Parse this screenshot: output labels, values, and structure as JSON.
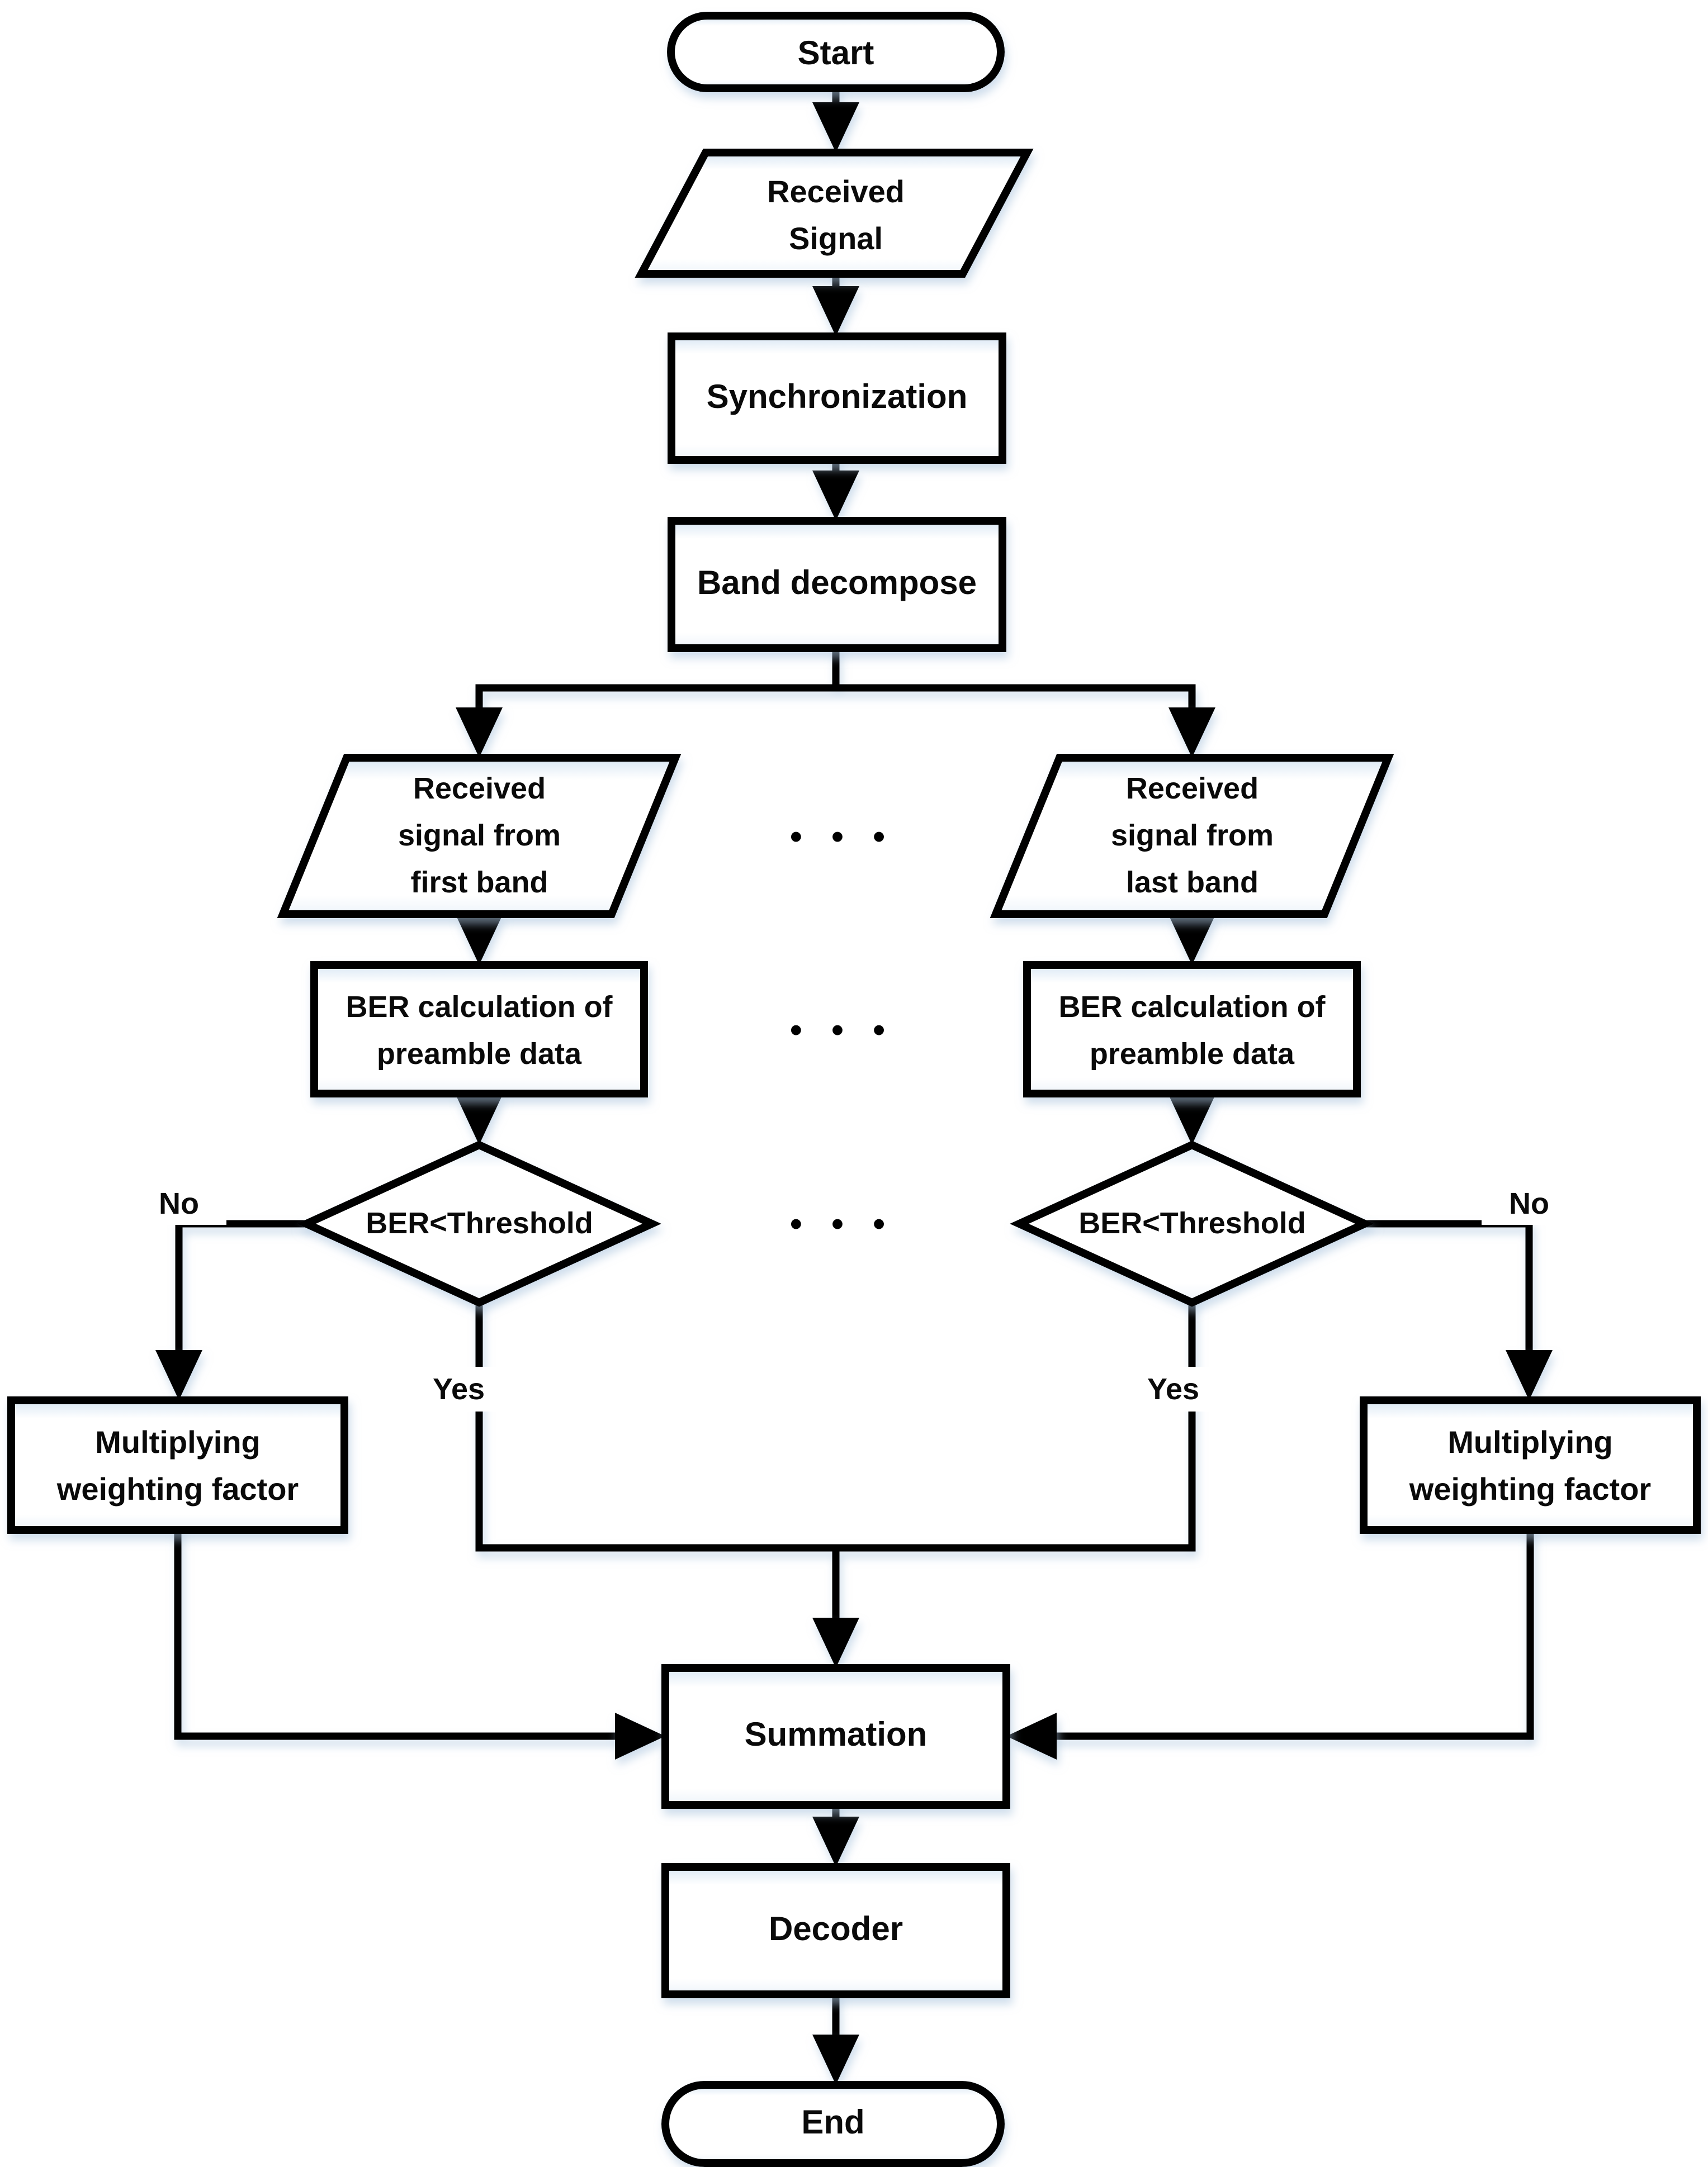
{
  "figure": {
    "background_color": "#ffffff",
    "stroke_color": "#000000",
    "node_tint_color": "#d9e7f4",
    "ellipsis": "•  •  •",
    "nodes": {
      "start": {
        "type": "terminator",
        "label": "Start"
      },
      "received_signal": {
        "type": "data",
        "lines": [
          "Received",
          "Signal"
        ]
      },
      "synchronization": {
        "type": "process",
        "label": "Synchronization"
      },
      "band_decompose": {
        "type": "process",
        "label": "Band decompose"
      },
      "received_first_band": {
        "type": "data",
        "lines": [
          "Received",
          "signal from",
          "first band"
        ]
      },
      "received_last_band": {
        "type": "data",
        "lines": [
          "Received",
          "signal from",
          "last band"
        ]
      },
      "ber_calc_first": {
        "type": "process",
        "lines": [
          "BER calculation of",
          "preamble data"
        ]
      },
      "ber_calc_last": {
        "type": "process",
        "lines": [
          "BER calculation of",
          "preamble data"
        ]
      },
      "ber_threshold_first": {
        "type": "decision",
        "label": "BER<Threshold"
      },
      "ber_threshold_last": {
        "type": "decision",
        "label": "BER<Threshold"
      },
      "weighting_first": {
        "type": "process",
        "lines": [
          "Multiplying",
          "weighting factor"
        ]
      },
      "weighting_last": {
        "type": "process",
        "lines": [
          "Multiplying",
          "weighting factor"
        ]
      },
      "summation": {
        "type": "process",
        "label": "Summation"
      },
      "decoder": {
        "type": "process",
        "label": "Decoder"
      },
      "end": {
        "type": "terminator",
        "label": "End"
      }
    },
    "edge_labels": {
      "no_first": "No",
      "no_last": "No",
      "yes_first": "Yes",
      "yes_last": "Yes"
    }
  }
}
